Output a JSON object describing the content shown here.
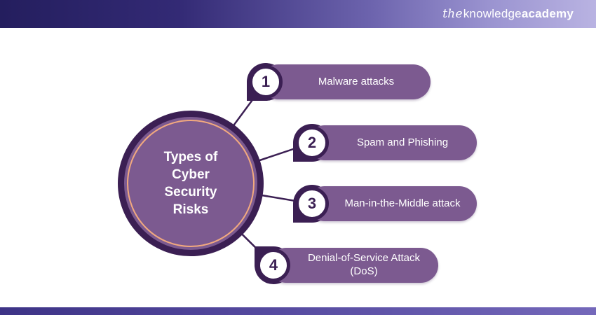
{
  "header": {
    "logo": {
      "the": "the",
      "knowledge": "knowledge",
      "academy": "academy"
    }
  },
  "diagram": {
    "center": {
      "title": "Types of Cyber Security Risks"
    },
    "items": [
      {
        "number": "1",
        "label": "Malware attacks"
      },
      {
        "number": "2",
        "label": "Spam and Phishing"
      },
      {
        "number": "3",
        "label": "Man-in-the-Middle attack"
      },
      {
        "number": "4",
        "label": "Denial-of-Service Attack (DoS)"
      }
    ]
  },
  "colors": {
    "header_gradient_start": "#241e5e",
    "header_gradient_end": "#b9b3e2",
    "footer_purple": "#554a9f",
    "dark_purple": "#3b1f53",
    "pill_purple": "#7c5a90",
    "accent_orange_ring": "#f2a97e",
    "number_circle_fill": "#ffffff",
    "text_white": "#ffffff"
  }
}
